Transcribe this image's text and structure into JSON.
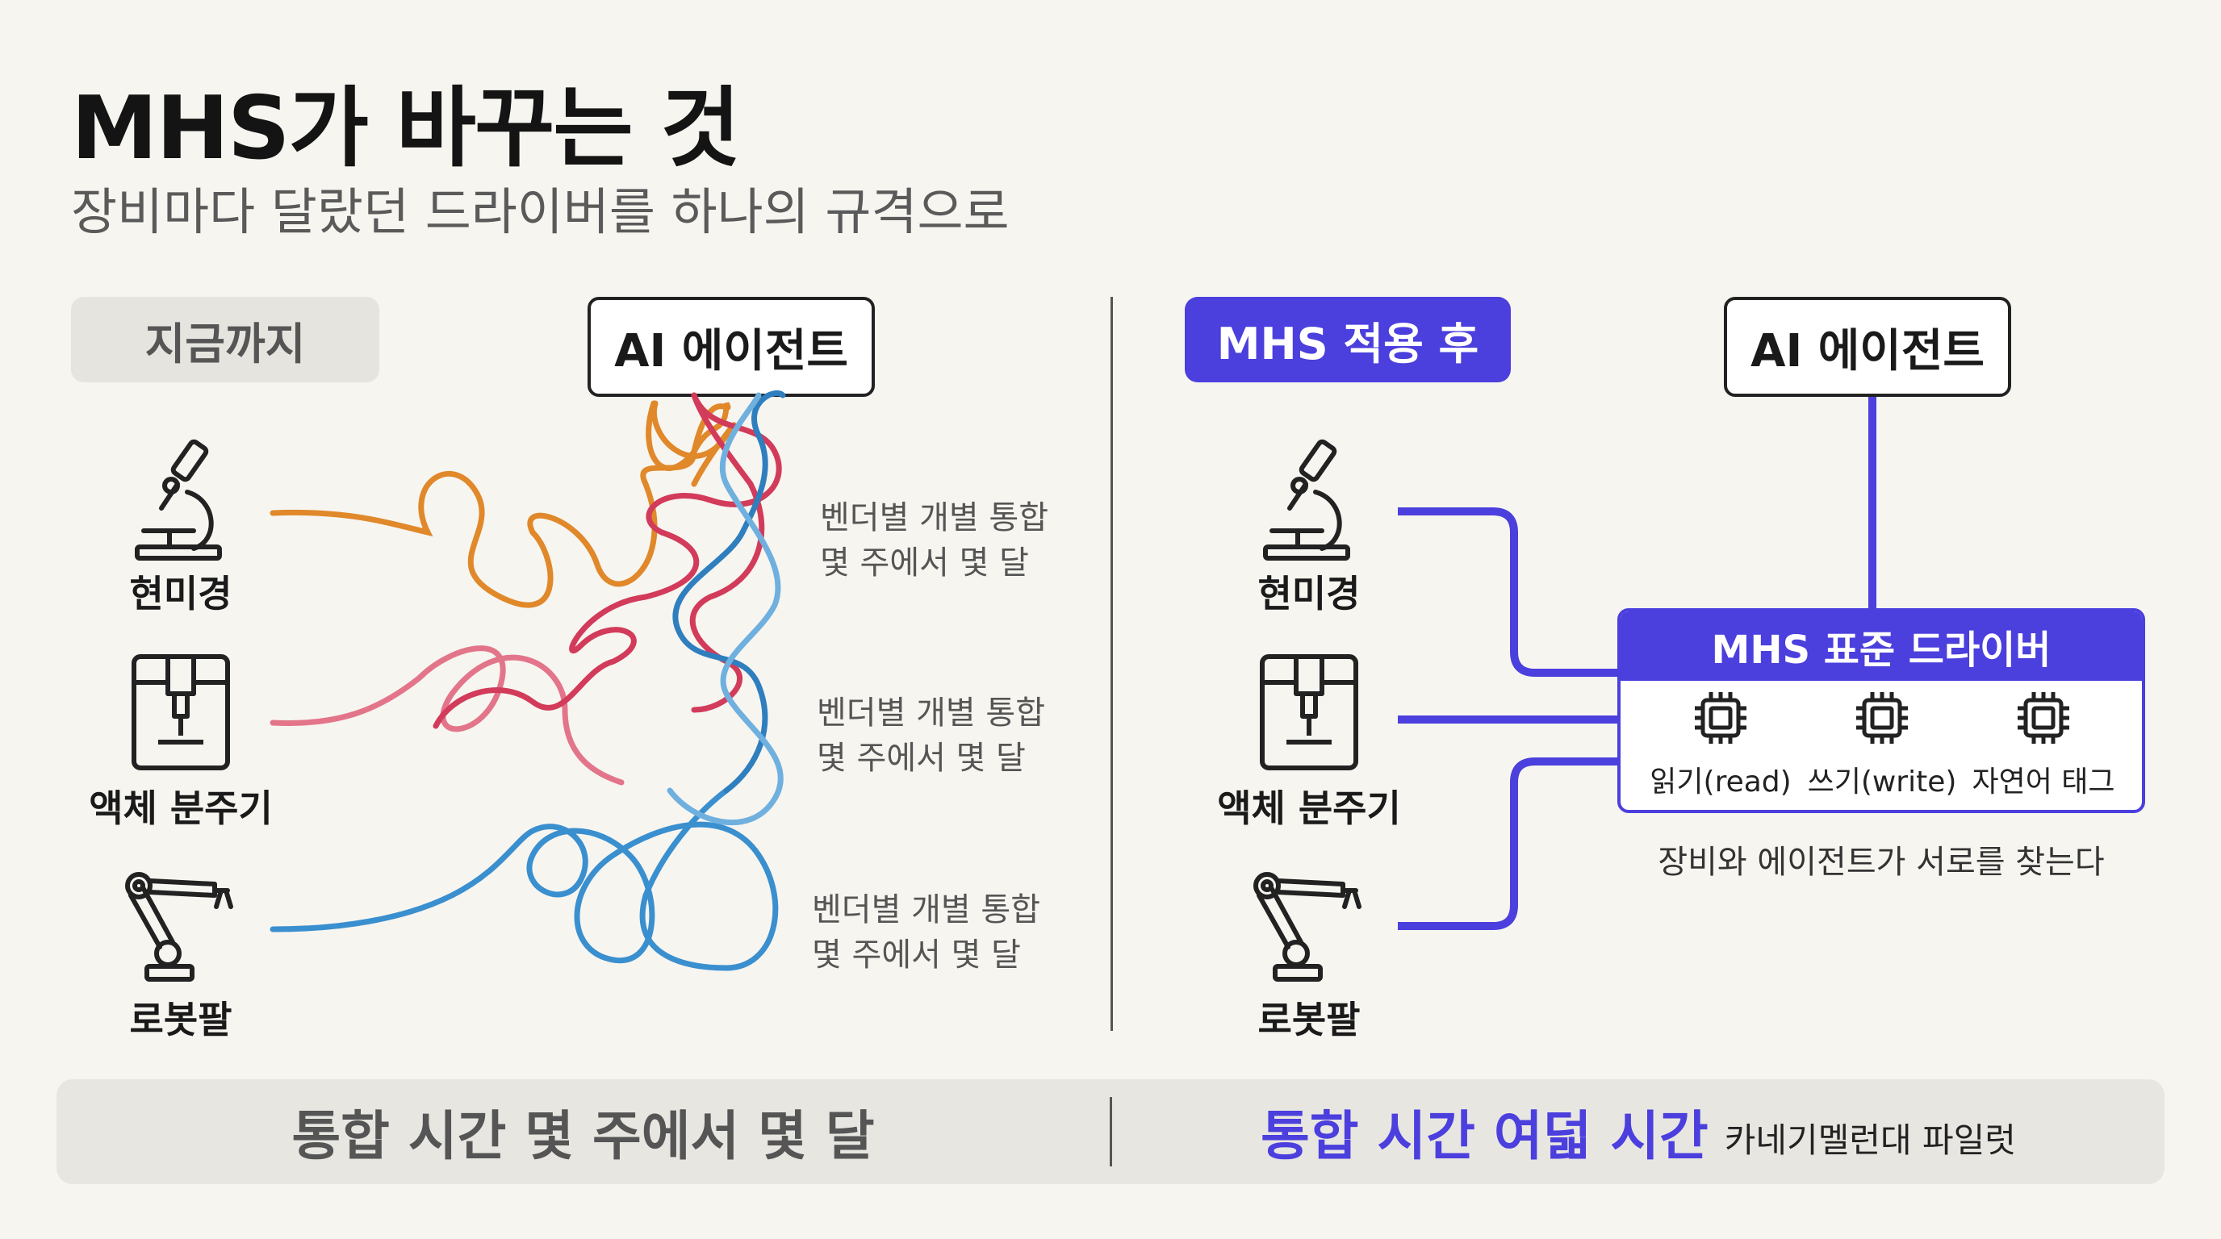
{
  "title": "MHS가 바꾸는 것",
  "subtitle": "장비마다 달랐던 드라이버를 하나의 규격으로",
  "before": {
    "label": "지금까지",
    "agent": "AI 에이전트",
    "devices": [
      "현미경",
      "액체 분주기",
      "로봇팔"
    ],
    "notes": [
      {
        "line1": "벤더별 개별 통합",
        "line2": "몇 주에서 몇 달"
      },
      {
        "line1": "벤더별 개별 통합",
        "line2": "몇 주에서 몇 달"
      },
      {
        "line1": "벤더별 개별 통합",
        "line2": "몇 주에서 몇 달"
      }
    ],
    "colors": {
      "microscope": "#e0882a",
      "dispenser": "#d23b5a",
      "arm": "#2f7fbf"
    }
  },
  "after": {
    "label": "MHS 적용 후",
    "agent": "AI 에이전트",
    "devices": [
      "현미경",
      "액체 분주기",
      "로봇팔"
    ],
    "driver_title": "MHS 표준 드라이버",
    "functions": [
      {
        "label": "읽기(read)",
        "icon": "chip-icon"
      },
      {
        "label": "쓰기(write)",
        "icon": "chip-icon"
      },
      {
        "label": "자연어 태그",
        "icon": "chip-icon"
      }
    ],
    "caption": "장비와 에이전트가 서로를 찾는다",
    "accent": "#4b3fdd"
  },
  "bottom": {
    "left": "통합 시간 몇 주에서 몇 달",
    "right_main": "통합 시간 여덟 시간",
    "right_sub": "카네기멜런대 파일럿"
  }
}
